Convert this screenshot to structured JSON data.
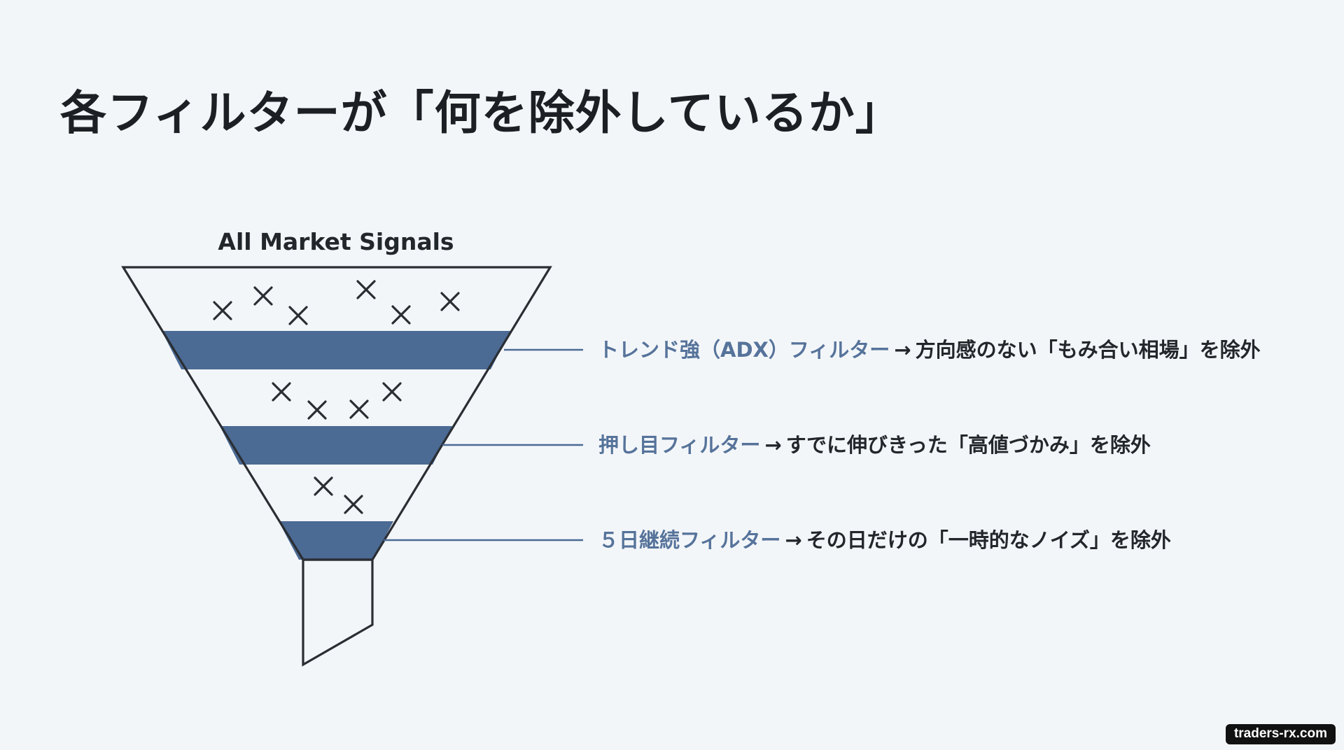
{
  "title": "各フィルターが「何を除外しているか」",
  "funnel": {
    "heading": "All Market Signals"
  },
  "filters": [
    {
      "name": "トレンド強（ADX）フィルター",
      "arrow": "→",
      "description": "方向感のない「もみ合い相場」を除外"
    },
    {
      "name": "押し目フィルター",
      "arrow": "→",
      "description": "すでに伸びきった「高値づかみ」を除外"
    },
    {
      "name": "５日継続フィルター",
      "arrow": "→",
      "description": "その日だけの「一時的なノイズ」を除外"
    }
  ],
  "colors": {
    "band": "#4b6a94",
    "filter_name": "#56739a",
    "outline": "#2a2e33",
    "background": "#f3f6f9"
  },
  "watermark": "traders-rx.com"
}
